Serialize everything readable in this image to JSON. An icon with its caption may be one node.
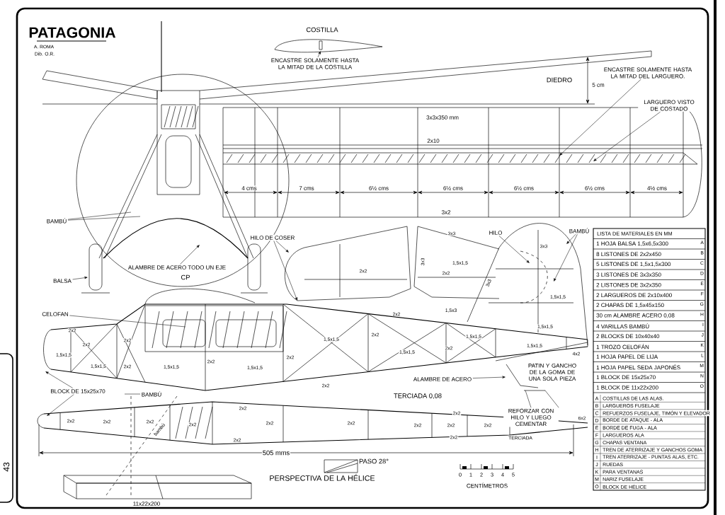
{
  "diagram": {
    "title": "PATAGONIA",
    "nodes": [
      {
        "text": [
          "ENCASTRE SOLAMENTE HASTA LA MITAD DE LA COSTILLA"
        ]
      },
      {
        "text": [
          "ENCASTRE SOLAMENTE HASTA LA MITAD DEL LARGUERO."
        ]
      },
      {
        "text": [
          "LARGUERO VISTO DE COSTADO"
        ]
      },
      {
        "text": [
          "BAMBÚ"
        ]
      },
      {
        "text": [
          "BALSA"
        ]
      },
      {
        "text": [
          "ALAMBRE DE ACERO TODO UN EJE"
        ]
      },
      {
        "text": [
          "HILO DE COSER"
        ]
      },
      {
        "text": [
          "CELOFAN"
        ]
      },
      {
        "text": [
          "BLOCK DE 15x25x70"
        ]
      },
      {
        "text": [
          "BAMBÚ"
        ]
      },
      {
        "text": [
          "HILO"
        ]
      },
      {
        "text": [
          "BAMBÚ"
        ]
      },
      {
        "text": [
          "ALAMBRE DE ACERO"
        ]
      },
      {
        "text": [
          "REFORZAR CON HILO Y LUEGO CEMENTAR"
        ]
      },
      {
        "text": [],
        "shape": "picture"
      }
    ],
    "edges": [
      {
        "from": 0,
        "to": null,
        "arrow": "to"
      },
      {
        "from": 1,
        "to": null,
        "arrow": "to"
      },
      {
        "from": 2,
        "to": null,
        "arrow": "to"
      },
      {
        "from": 3,
        "to": null,
        "arrow": "none"
      },
      {
        "from": 3,
        "to": null,
        "arrow": "none"
      },
      {
        "from": 4,
        "to": null,
        "arrow": "to"
      },
      {
        "from": 5,
        "to": null,
        "arrow": "to"
      },
      {
        "from": 6,
        "to": null,
        "arrow": "to"
      },
      {
        "from": 6,
        "to": null,
        "arrow": "to"
      },
      {
        "from": 7,
        "to": null,
        "arrow": "none"
      },
      {
        "from": 8,
        "to": null,
        "arrow": "to"
      },
      {
        "from": 8,
        "to": null,
        "arrow": "to"
      },
      {
        "from": 9,
        "to": null,
        "arrow": "none"
      },
      {
        "from": 10,
        "to": null,
        "arrow": "to"
      },
      {
        "from": 11,
        "to": null,
        "arrow": "to"
      },
      {
        "from": 11,
        "to": null,
        "arrow": "to"
      },
      {
        "from": 12,
        "to": 14,
        "arrow": "to"
      },
      {
        "from": 13,
        "to": 14,
        "arrow": "none"
      },
      {
        "from": 13,
        "to": 14,
        "arrow": "none"
      }
    ],
    "labels": [
      "A. ROMA",
      "Dib. O.R.",
      "COSTILLA",
      "DIEDRO",
      "5 cm",
      "3x3x350 mm",
      "2x10",
      "4 cms",
      "7 cms",
      "6½ cms",
      "6½ cms",
      "6½ cms",
      "6½ cms",
      "4½ cms",
      "3x2",
      "CP",
      "2x2",
      "3x3",
      "3x3",
      "1,5x1,5",
      "2x2",
      "3x3",
      "3x3",
      "1,5x1,5",
      "1,5x3",
      "2x2",
      "2x2",
      "2x2",
      "2x2",
      "1,5x1,5",
      "1,5x1,5",
      "2x2",
      "1,5x1,5",
      "2x2",
      "1,5x1,5",
      "2x2",
      "1,5x1,5",
      "2x2",
      "1,5x1,5",
      "2x2",
      "1,5x1,5",
      "1,5x1,5",
      "1,5x1,5",
      "4x2",
      "2x2",
      "PATIN Y GANCHO DE LA GOMA DE UNA SOLA PIEZA",
      "TERCIADA 0,08",
      "2x2",
      "2x2",
      "2x2",
      "2x2",
      "2x2",
      "bambú",
      "2x2",
      "2x2",
      "2x2",
      "2x2",
      "2x2",
      "2x2",
      "2x2",
      "2x2",
      "TERCIADA",
      "6x2",
      "505 mms",
      "PASO 28°",
      "PERSPECTIVA DE LA HÉLICE",
      "0",
      "1",
      "2",
      "3",
      "4",
      "5",
      "CENTÍMETROS",
      "11x22x200",
      "43",
      "LISTA DE MATERIALES EN MM",
      "1 HOJA BALSA 1,5x6,5x300",
      "A",
      "8 LISTONES DE 2x2x450",
      "B",
      "5 LISTONES DE 1,5x1,5x300",
      "C",
      "3 LISTONES DE 3x3x350",
      "D",
      "2 LISTONES DE 3x2x350",
      "E",
      "2 LARGUEROS DE 2x10x400",
      "F",
      "2 CHAPAS DE 1,5x45x150",
      "G",
      "30 cm ALAMBRE ACERO 0,08",
      "H",
      "4 VARILLAS BAMBÚ",
      "I",
      "2 BLOCKS DE 10x40x40",
      "J",
      "1 TROZO CELOFÁN",
      "K",
      "1 HOJA PAPEL DE LIJA",
      "L",
      "1 HOJA PAPEL SEDA JAPONÉS",
      "M",
      "1 BLOCK DE 15x25x70",
      "N",
      "1 BLOCK DE 11x22x200",
      "O",
      "A",
      "COSTILLAS DE LAS ALAS.",
      "B",
      "LARGUEROS FUSELAJE",
      "C",
      "REFUERZOS FUSELAJE, TIMÓN Y ELEVADOR",
      "D",
      "BORDE DE ATAQUE - ALA",
      "E",
      "BORDE DE FUGA - ALA",
      "F",
      "LARGUEROS ALA",
      "G",
      "CHAPAS VENTANA",
      "H",
      "TREN DE ATERRIZAJE Y GANCHOS GOMA",
      "I",
      "TREN ATERRIZAJE - PUNTAS ALAS, ETC.",
      "J",
      "RUEDAS",
      "K",
      "PARA VENTANAS",
      "M",
      "NARIZ FUSELAJE",
      "O",
      "BLOCK DE HÉLICE"
    ]
  }
}
